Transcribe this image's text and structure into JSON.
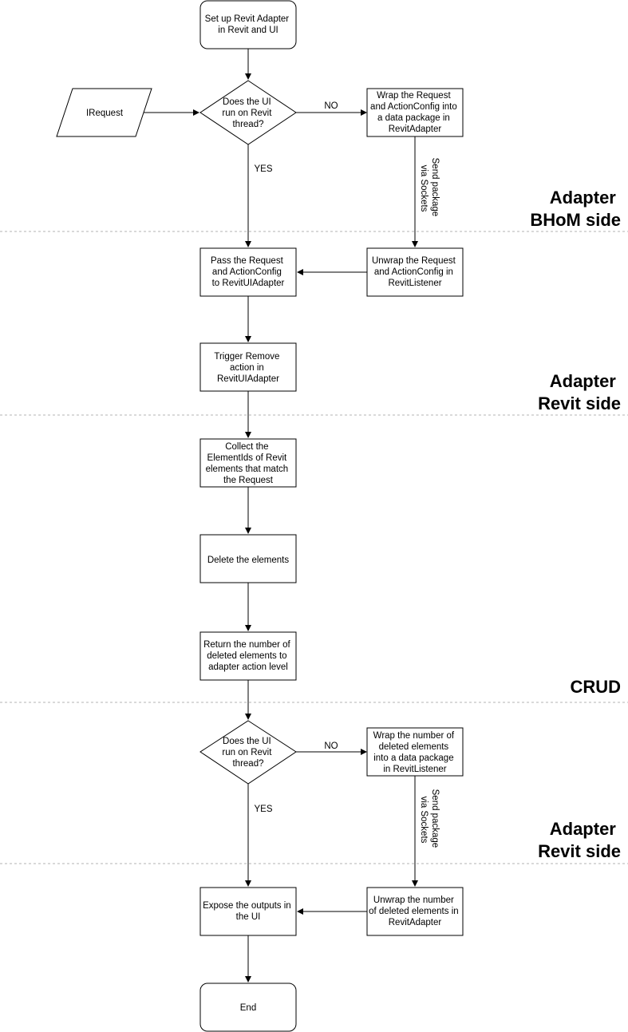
{
  "sections": [
    {
      "id": "adapter-bhom",
      "lines": [
        "Adapter",
        "BHoM side"
      ]
    },
    {
      "id": "adapter-revit-1",
      "lines": [
        "Adapter",
        "Revit side"
      ]
    },
    {
      "id": "crud",
      "lines": [
        "CRUD"
      ]
    },
    {
      "id": "adapter-revit-2",
      "lines": [
        "Adapter",
        "Revit side"
      ]
    }
  ],
  "nodes": {
    "setup": {
      "shape": "rounded",
      "lines": [
        "Set up Revit Adapter",
        "in Revit and UI"
      ]
    },
    "irequest": {
      "shape": "parallelogram",
      "lines": [
        "IRequest"
      ]
    },
    "decision1": {
      "shape": "diamond",
      "lines": [
        "Does the UI",
        "run on Revit",
        "thread?"
      ]
    },
    "wrap1": {
      "shape": "rect",
      "lines": [
        "Wrap the Request",
        "and ActionConfig into",
        "a data package in",
        "RevitAdapter"
      ]
    },
    "unwrap1": {
      "shape": "rect",
      "lines": [
        "Unwrap the Request",
        "and ActionConfig in",
        "RevitListener"
      ]
    },
    "pass": {
      "shape": "rect",
      "lines": [
        "Pass the Request",
        "and ActionConfig",
        "to RevitUIAdapter"
      ]
    },
    "trigger": {
      "shape": "rect",
      "lines": [
        "Trigger Remove",
        "action in",
        "RevitUIAdapter"
      ]
    },
    "collect": {
      "shape": "rect",
      "lines": [
        "Collect the",
        "ElementIds of Revit",
        "elements that match",
        "the Request"
      ]
    },
    "delete": {
      "shape": "rect",
      "lines": [
        "Delete the elements"
      ]
    },
    "return": {
      "shape": "rect",
      "lines": [
        "Return the number of",
        "deleted elements to",
        "adapter action level"
      ]
    },
    "decision2": {
      "shape": "diamond",
      "lines": [
        "Does the UI",
        "run on Revit",
        "thread?"
      ]
    },
    "wrap2": {
      "shape": "rect",
      "lines": [
        "Wrap the number of",
        "deleted elements",
        "into a data package",
        "in RevitListener"
      ]
    },
    "unwrap2": {
      "shape": "rect",
      "lines": [
        "Unwrap the number",
        "of deleted elements in",
        "RevitAdapter"
      ]
    },
    "expose": {
      "shape": "rect",
      "lines": [
        "Expose the outputs in",
        "the UI"
      ]
    },
    "end": {
      "shape": "rounded",
      "lines": [
        "End"
      ]
    }
  },
  "edges": [
    {
      "from": "setup",
      "to": "decision1"
    },
    {
      "from": "irequest",
      "to": "decision1"
    },
    {
      "from": "decision1",
      "to": "wrap1",
      "label": "NO"
    },
    {
      "from": "decision1",
      "to": "pass",
      "label": "YES"
    },
    {
      "from": "wrap1",
      "to": "unwrap1",
      "label_lines": [
        "Send package",
        "via Sockets"
      ]
    },
    {
      "from": "unwrap1",
      "to": "pass"
    },
    {
      "from": "pass",
      "to": "trigger"
    },
    {
      "from": "trigger",
      "to": "collect"
    },
    {
      "from": "collect",
      "to": "delete"
    },
    {
      "from": "delete",
      "to": "return"
    },
    {
      "from": "return",
      "to": "decision2"
    },
    {
      "from": "decision2",
      "to": "wrap2",
      "label": "NO"
    },
    {
      "from": "decision2",
      "to": "expose",
      "label": "YES"
    },
    {
      "from": "wrap2",
      "to": "unwrap2",
      "label_lines": [
        "Send package",
        "via Sockets"
      ]
    },
    {
      "from": "unwrap2",
      "to": "expose"
    },
    {
      "from": "expose",
      "to": "end"
    }
  ]
}
